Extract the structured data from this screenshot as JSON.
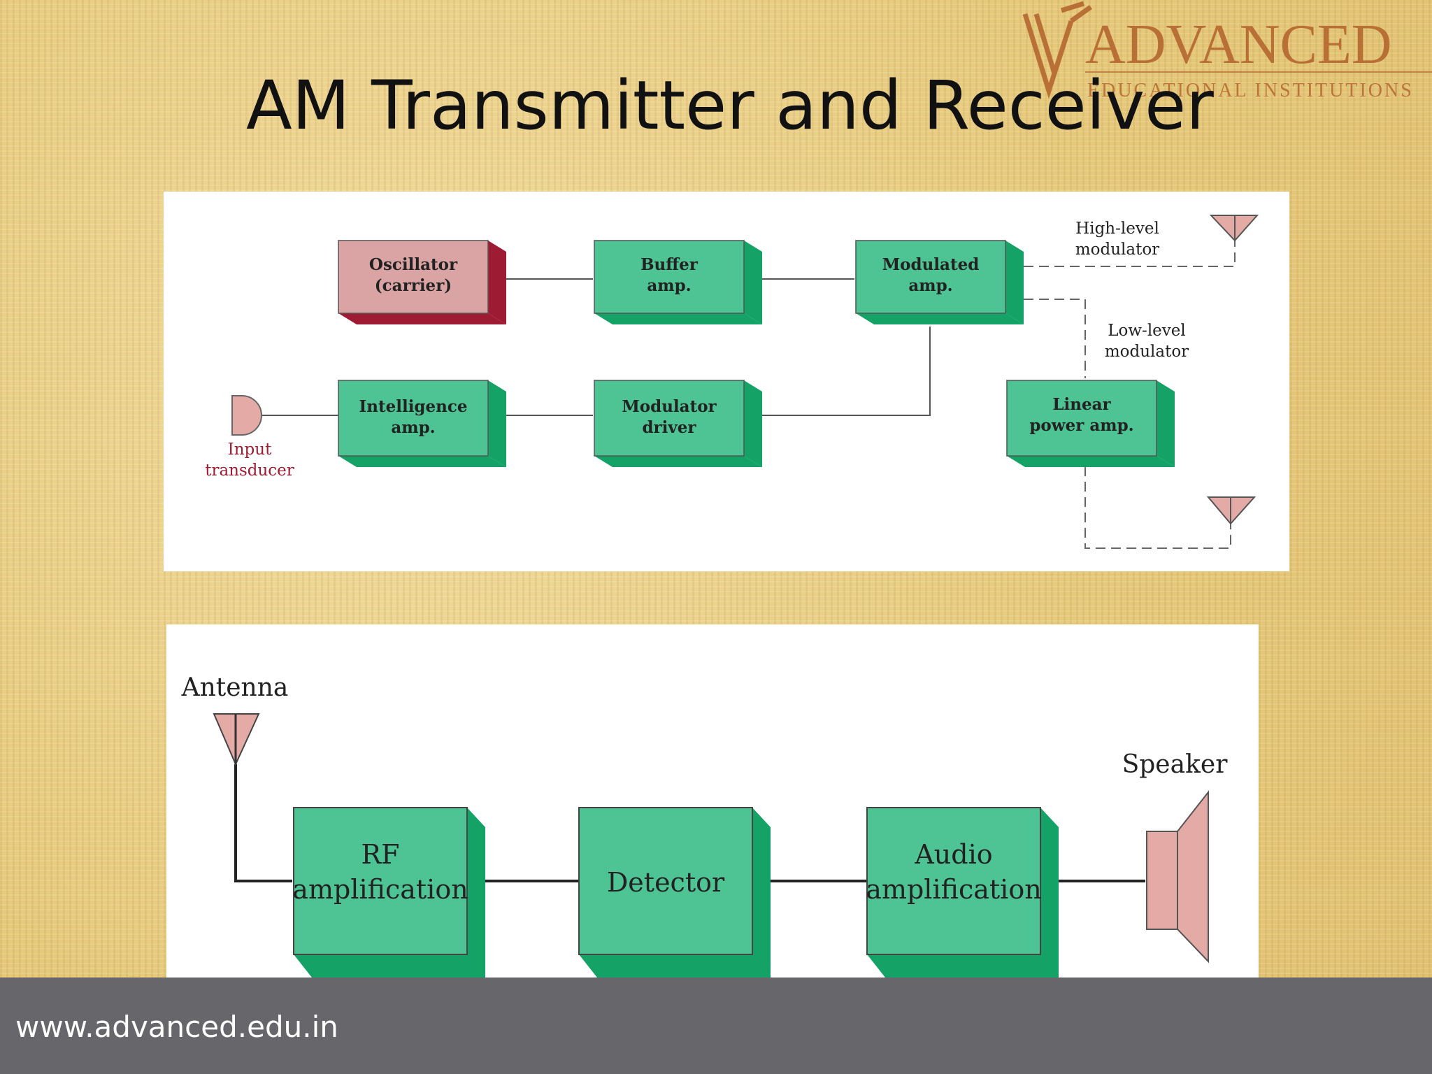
{
  "slide": {
    "title": "AM Transmitter and Receiver",
    "footer_url": "www.advanced.edu.in"
  },
  "logo": {
    "name": "ADVANCED",
    "tagline": "EDUCATIONAL INSTITUTIONS"
  },
  "transmitter": {
    "oscillator": [
      "Oscillator",
      "(carrier)"
    ],
    "buffer": [
      "Buffer",
      "amp."
    ],
    "modulated": [
      "Modulated",
      "amp."
    ],
    "intelligence": [
      "Intelligence",
      "amp."
    ],
    "modulator_driver": [
      "Modulator",
      "driver"
    ],
    "linear_power": [
      "Linear",
      "power amp."
    ],
    "input_transducer": [
      "Input",
      "transducer"
    ],
    "high_level": [
      "High-level",
      "modulator"
    ],
    "low_level": [
      "Low-level",
      "modulator"
    ]
  },
  "receiver": {
    "antenna": "Antenna",
    "speaker": "Speaker",
    "rf": [
      "RF",
      "amplification"
    ],
    "detector": "Detector",
    "audio": [
      "Audio",
      "amplification"
    ]
  },
  "colors": {
    "block_green": "#4ec394",
    "block_green_side": "#14a266",
    "oscillator_pink": "#dba4a4",
    "oscillator_side": "#9e1b34",
    "accent_pink": "#e3aaa6",
    "logo_brown": "#b5672f"
  }
}
